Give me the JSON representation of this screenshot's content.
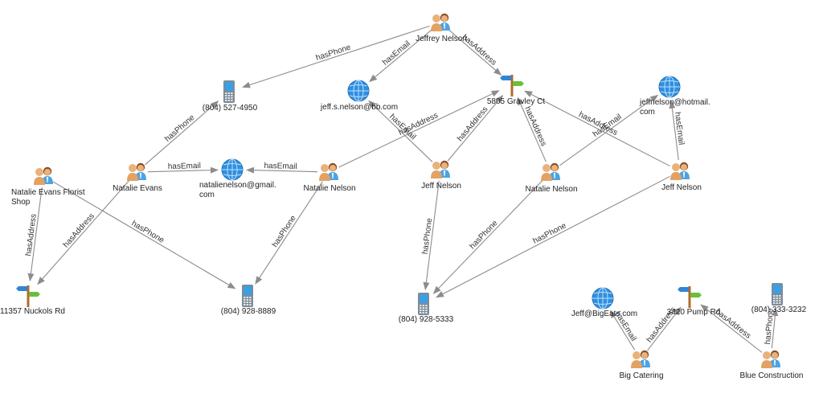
{
  "colors": {
    "edge": "#8c8c8c",
    "person_skin": "#e9b27c",
    "person_body_left": "#e3a264",
    "person_shirt": "#4da3e0",
    "person_hair": "#8a4e25",
    "globe": "#2f8fe0",
    "phone_body": "#7f8a96",
    "phone_screen": "#3aa0e6",
    "signpost_blue": "#2f86d6",
    "signpost_green": "#6cbf3a",
    "signpost_pole": "#b56a2a"
  },
  "nodes": [
    {
      "id": "jeffrey",
      "type": "person",
      "icon": "person-pair-icon",
      "label": [
        "Jeffrey Nelson"
      ]
    },
    {
      "id": "ph4950",
      "type": "phone",
      "icon": "mobile-phone-icon",
      "label": [
        "(804) 527-4950"
      ]
    },
    {
      "id": "em_jsn",
      "type": "email",
      "icon": "globe-icon",
      "label": [
        "jeff.s.nelson@bb.com"
      ]
    },
    {
      "id": "addr_gravley",
      "type": "address",
      "icon": "signpost-icon",
      "label": [
        "5805 Gravley Ct"
      ]
    },
    {
      "id": "em_jhot",
      "type": "email",
      "icon": "globe-icon",
      "label": [
        "jeffnelson@hotmail.",
        "com"
      ]
    },
    {
      "id": "florist",
      "type": "person",
      "icon": "person-pair-icon",
      "label": [
        "Natalie Evans Florist",
        "Shop"
      ]
    },
    {
      "id": "natalie_evans",
      "type": "person",
      "icon": "person-pair-icon",
      "label": [
        "Natalie Evans"
      ]
    },
    {
      "id": "em_nat",
      "type": "email",
      "icon": "globe-icon",
      "label": [
        "natalienelson@gmail.",
        "com"
      ]
    },
    {
      "id": "natalie_nelson1",
      "type": "person",
      "icon": "person-pair-icon",
      "label": [
        "Natalie Nelson"
      ]
    },
    {
      "id": "jeff_nelson1",
      "type": "person",
      "icon": "person-pair-icon",
      "label": [
        "Jeff Nelson"
      ]
    },
    {
      "id": "natalie_nelson2",
      "type": "person",
      "icon": "person-pair-icon",
      "label": [
        "Natalie Nelson"
      ]
    },
    {
      "id": "jeff_nelson2",
      "type": "person",
      "icon": "person-pair-icon",
      "label": [
        "Jeff Nelson"
      ]
    },
    {
      "id": "addr_nuckols",
      "type": "address",
      "icon": "signpost-icon",
      "label": [
        "11357 Nuckols Rd"
      ]
    },
    {
      "id": "ph8889",
      "type": "phone",
      "icon": "mobile-phone-icon",
      "label": [
        "(804) 928-8889"
      ]
    },
    {
      "id": "ph5333",
      "type": "phone",
      "icon": "mobile-phone-icon",
      "label": [
        "(804) 928-5333"
      ]
    },
    {
      "id": "em_bigeats",
      "type": "email",
      "icon": "globe-icon",
      "label": [
        "Jeff@BigEats.com"
      ]
    },
    {
      "id": "addr_pump",
      "type": "address",
      "icon": "signpost-icon",
      "label": [
        "3420 Pump Rd"
      ]
    },
    {
      "id": "ph3232",
      "type": "phone",
      "icon": "mobile-phone-icon",
      "label": [
        "(804) 333-3232"
      ]
    },
    {
      "id": "bigcatering",
      "type": "person",
      "icon": "person-pair-icon",
      "label": [
        "Big Catering"
      ]
    },
    {
      "id": "blueconstruction",
      "type": "person",
      "icon": "person-pair-icon",
      "label": [
        "Blue Construction"
      ]
    }
  ],
  "edges": [
    {
      "from": "jeffrey",
      "to": "ph4950",
      "label": "hasPhone"
    },
    {
      "from": "jeffrey",
      "to": "em_jsn",
      "label": "hasEmail"
    },
    {
      "from": "jeffrey",
      "to": "addr_gravley",
      "label": "hasAddress"
    },
    {
      "from": "natalie_evans",
      "to": "ph4950",
      "label": "hasPhone"
    },
    {
      "from": "natalie_evans",
      "to": "em_nat",
      "label": "hasEmail"
    },
    {
      "from": "natalie_evans",
      "to": "addr_nuckols",
      "label": "hasAddress"
    },
    {
      "from": "florist",
      "to": "addr_nuckols",
      "label": "hasAddress"
    },
    {
      "from": "florist",
      "to": "ph8889",
      "label": "hasPhone"
    },
    {
      "from": "natalie_nelson1",
      "to": "em_nat",
      "label": "hasEmail"
    },
    {
      "from": "natalie_nelson1",
      "to": "ph8889",
      "label": "hasPhone"
    },
    {
      "from": "natalie_nelson1",
      "to": "addr_gravley",
      "label": "hasAddress"
    },
    {
      "from": "jeff_nelson1",
      "to": "em_jsn",
      "label": "hasEmail"
    },
    {
      "from": "jeff_nelson1",
      "to": "addr_gravley",
      "label": "hasAddress"
    },
    {
      "from": "jeff_nelson1",
      "to": "ph5333",
      "label": "hasPhone"
    },
    {
      "from": "natalie_nelson2",
      "to": "addr_gravley",
      "label": "hasAddress"
    },
    {
      "from": "natalie_nelson2",
      "to": "em_jhot",
      "label": "hasEmail"
    },
    {
      "from": "natalie_nelson2",
      "to": "ph5333",
      "label": "hasPhone"
    },
    {
      "from": "jeff_nelson2",
      "to": "addr_gravley",
      "label": "hasAddress"
    },
    {
      "from": "jeff_nelson2",
      "to": "em_jhot",
      "label": "hasEmail"
    },
    {
      "from": "jeff_nelson2",
      "to": "ph5333",
      "label": "hasPhone"
    },
    {
      "from": "bigcatering",
      "to": "em_bigeats",
      "label": "hasEmail"
    },
    {
      "from": "bigcatering",
      "to": "addr_pump",
      "label": "hasAddress"
    },
    {
      "from": "blueconstruction",
      "to": "addr_pump",
      "label": "hasAddress"
    },
    {
      "from": "blueconstruction",
      "to": "ph3232",
      "label": "hasPhone"
    }
  ]
}
